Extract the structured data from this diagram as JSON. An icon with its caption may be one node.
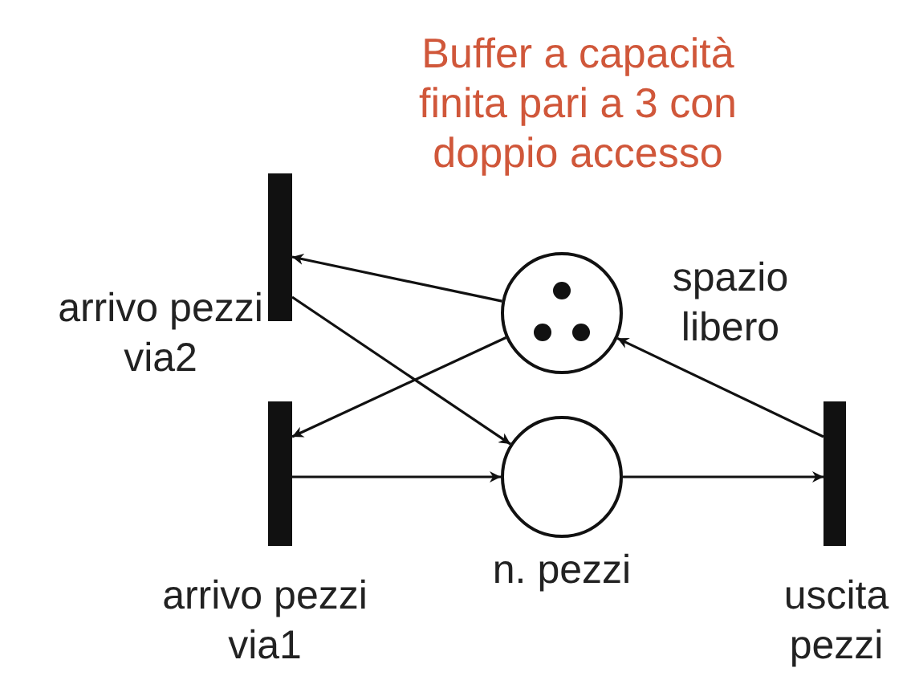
{
  "diagram": {
    "title": "Buffer a capacità finita pari a 3 con doppio accesso",
    "nodes": [
      {
        "text": [],
        "shape": "bar",
        "beside": [
          "arrivo pezzi via2"
        ]
      },
      {
        "text": [],
        "shape": "circle",
        "beside": [
          "spazio libero"
        ]
      },
      {
        "text": [],
        "shape": "bar",
        "beside": [
          "arrivo pezzi via1"
        ]
      },
      {
        "text": [],
        "shape": "circle",
        "beside": [
          "n. pezzi"
        ]
      },
      {
        "text": [],
        "shape": "bar",
        "beside": [
          "uscita pezzi"
        ]
      }
    ],
    "edges": [
      {
        "from": 1,
        "to": 0,
        "arrow": "to"
      },
      {
        "from": 1,
        "to": 2,
        "arrow": "to"
      },
      {
        "from": 0,
        "to": 3,
        "arrow": "to"
      },
      {
        "from": 2,
        "to": 3,
        "arrow": "to"
      },
      {
        "from": 3,
        "to": 4,
        "arrow": "to"
      },
      {
        "from": 4,
        "to": 1,
        "arrow": "to"
      }
    ]
  }
}
